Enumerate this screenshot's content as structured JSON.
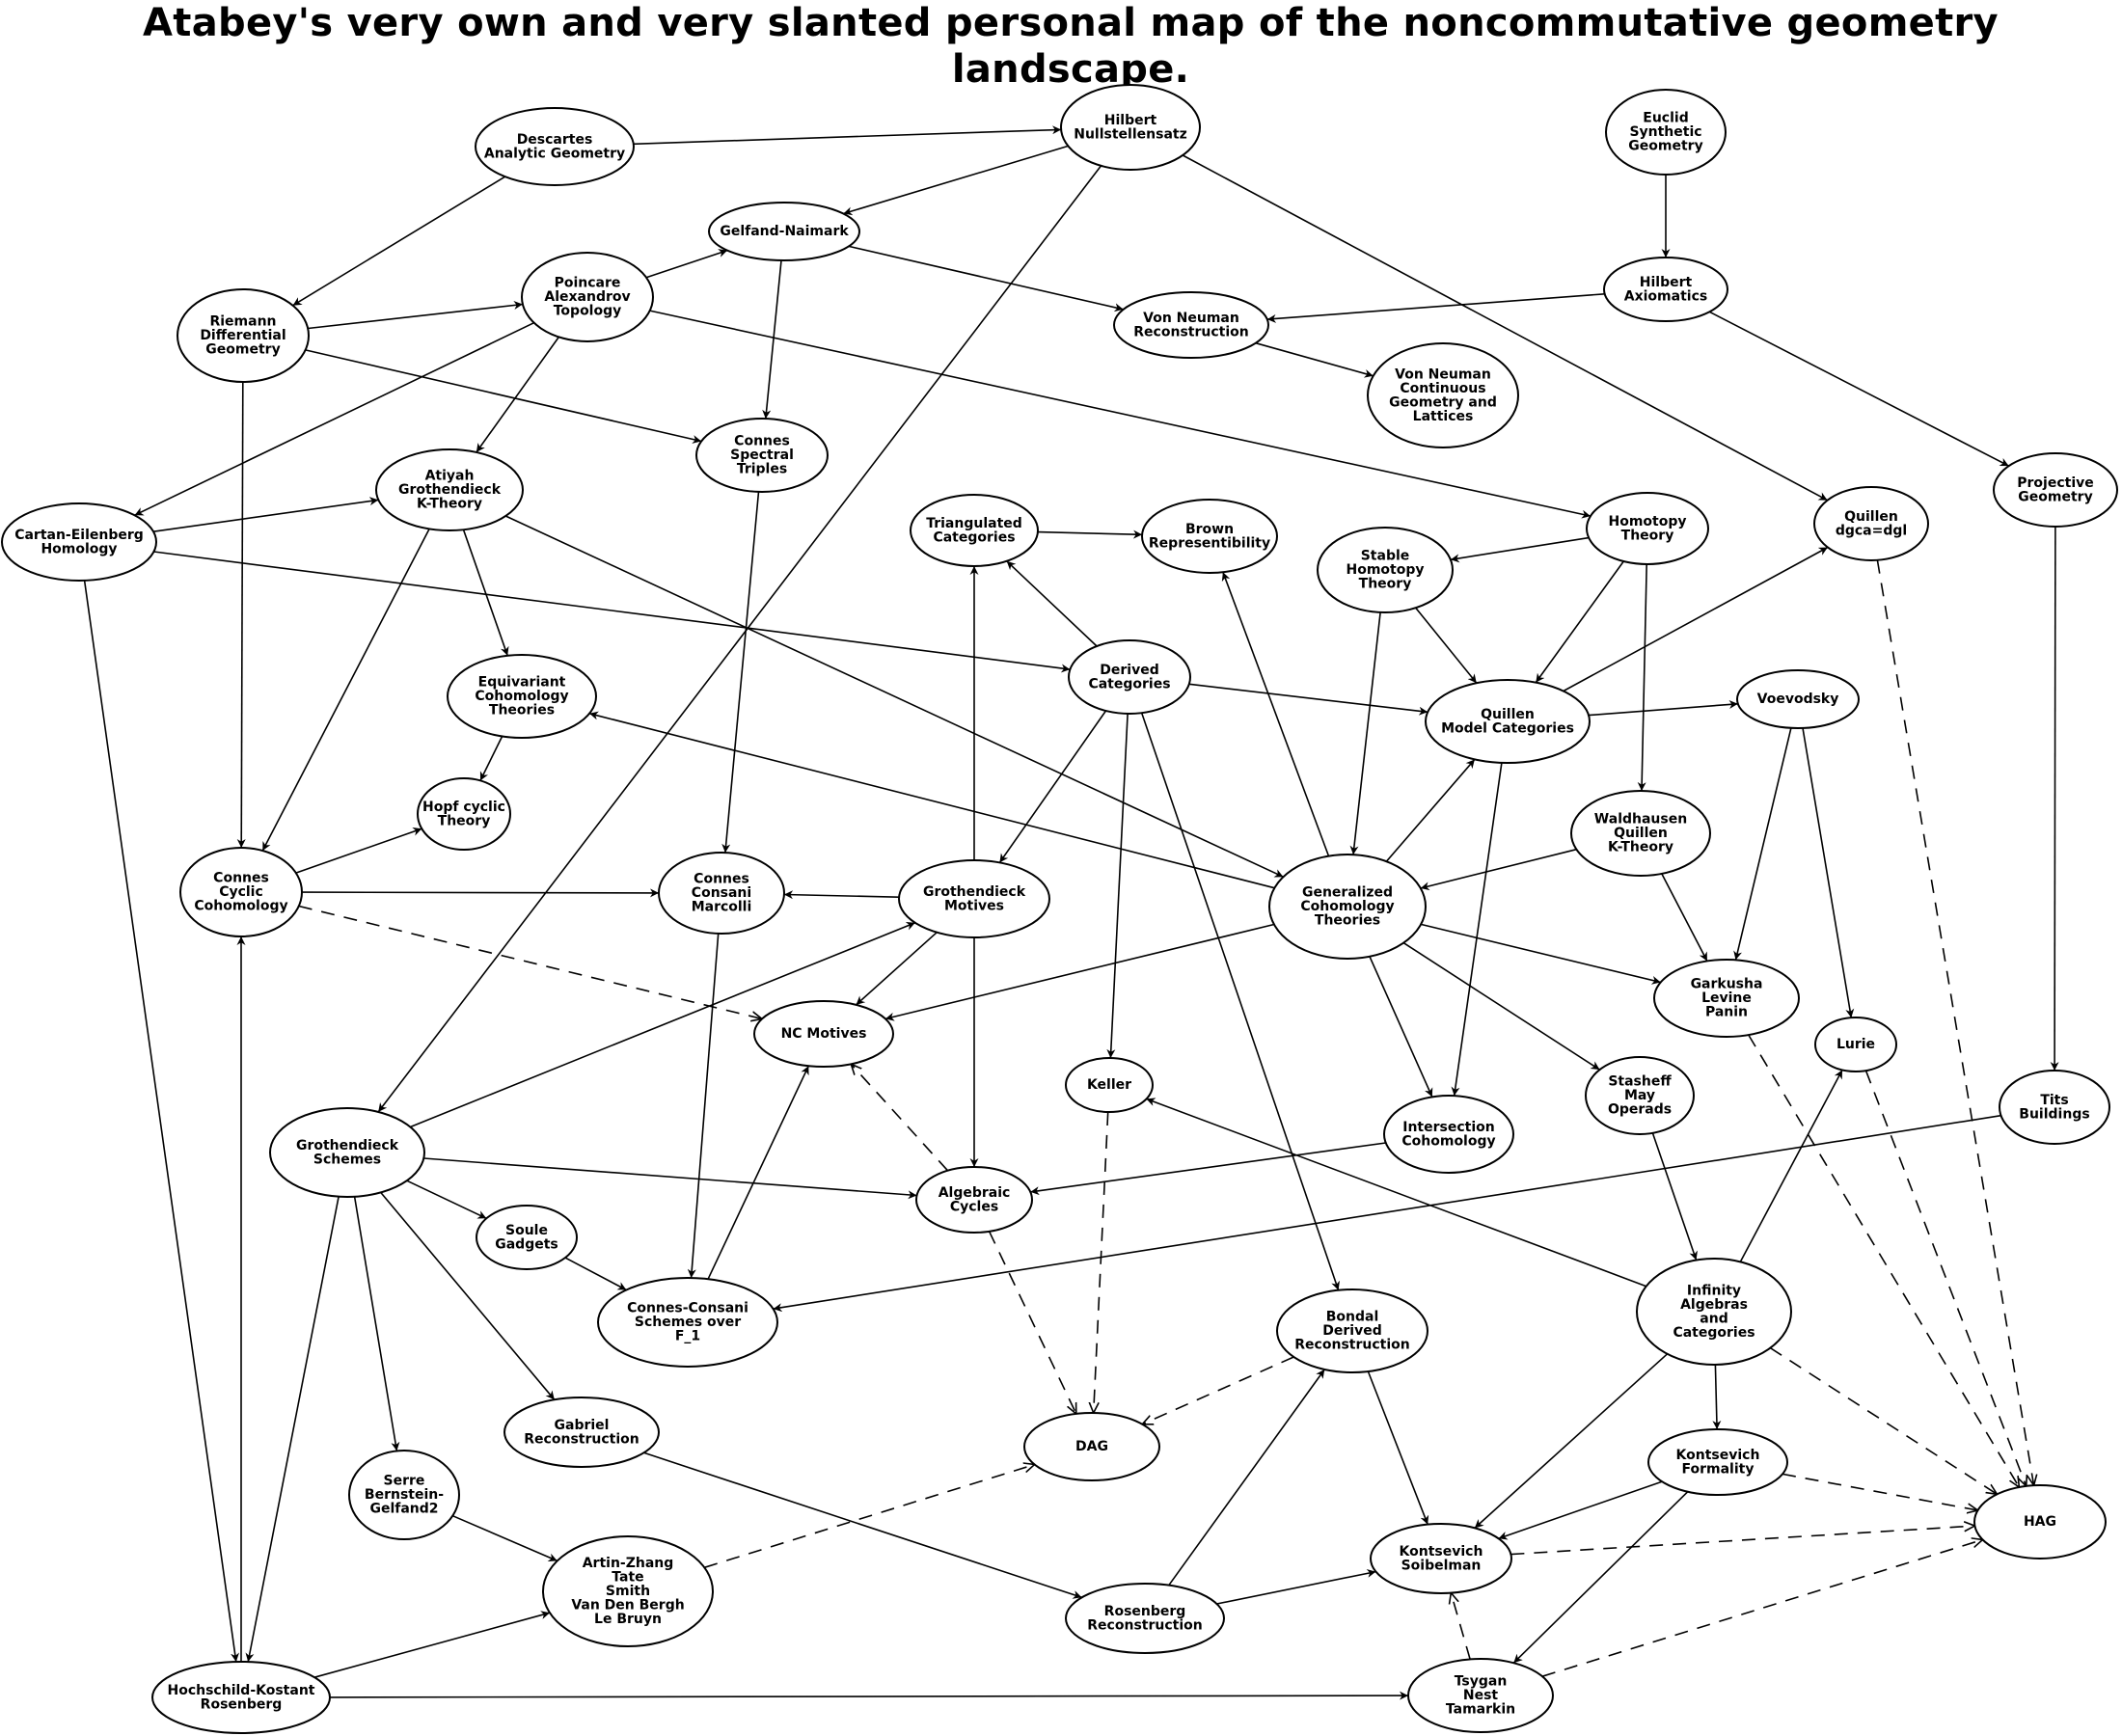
{
  "title": "Atabey's very own and very slanted personal map of the noncommutative geometry landscape.",
  "nodes": [
    {
      "id": "descartes",
      "lines": [
        "Descartes",
        "Analytic Geometry"
      ]
    },
    {
      "id": "hilbert_null",
      "lines": [
        "Hilbert",
        "Nullstellensatz"
      ]
    },
    {
      "id": "euclid",
      "lines": [
        "Euclid",
        "Synthetic",
        "Geometry"
      ]
    },
    {
      "id": "gelfand",
      "lines": [
        "Gelfand-Naimark"
      ]
    },
    {
      "id": "riemann",
      "lines": [
        "Riemann",
        "Differential",
        "Geometry"
      ]
    },
    {
      "id": "poincare",
      "lines": [
        "Poincare",
        "Alexandrov",
        "Topology"
      ]
    },
    {
      "id": "vn_recon",
      "lines": [
        "Von Neuman",
        "Reconstruction"
      ]
    },
    {
      "id": "hilbert_ax",
      "lines": [
        "Hilbert",
        "Axiomatics"
      ]
    },
    {
      "id": "vn_cont",
      "lines": [
        "Von Neuman",
        "Continuous",
        "Geometry and",
        "Lattices"
      ]
    },
    {
      "id": "connes_st",
      "lines": [
        "Connes",
        "Spectral",
        "Triples"
      ]
    },
    {
      "id": "projective",
      "lines": [
        "Projective",
        "Geometry"
      ]
    },
    {
      "id": "cartan",
      "lines": [
        "Cartan-Eilenberg",
        "Homology"
      ]
    },
    {
      "id": "atiyah",
      "lines": [
        "Atiyah",
        "Grothendieck",
        "K-Theory"
      ]
    },
    {
      "id": "triangulated",
      "lines": [
        "Triangulated",
        "Categories"
      ]
    },
    {
      "id": "brown",
      "lines": [
        "Brown",
        "Representibility"
      ]
    },
    {
      "id": "homotopy",
      "lines": [
        "Homotopy",
        "Theory"
      ]
    },
    {
      "id": "quillen_dgca",
      "lines": [
        "Quillen",
        "dgca=dgl"
      ]
    },
    {
      "id": "stable",
      "lines": [
        "Stable",
        "Homotopy",
        "Theory"
      ]
    },
    {
      "id": "equivariant",
      "lines": [
        "Equivariant",
        "Cohomology",
        "Theories"
      ]
    },
    {
      "id": "derived",
      "lines": [
        "Derived",
        "Categories"
      ]
    },
    {
      "id": "quillen_model",
      "lines": [
        "Quillen",
        "Model Categories"
      ]
    },
    {
      "id": "voevodsky",
      "lines": [
        "Voevodsky"
      ]
    },
    {
      "id": "hopf",
      "lines": [
        "Hopf cyclic",
        "Theory"
      ]
    },
    {
      "id": "waldhausen",
      "lines": [
        "Waldhausen",
        "Quillen",
        "K-Theory"
      ]
    },
    {
      "id": "connes_cc",
      "lines": [
        "Connes",
        "Cyclic",
        "Cohomology"
      ]
    },
    {
      "id": "ccm",
      "lines": [
        "Connes",
        "Consani",
        "Marcolli"
      ]
    },
    {
      "id": "gmotives",
      "lines": [
        "Grothendieck",
        "Motives"
      ]
    },
    {
      "id": "gct",
      "lines": [
        "Generalized",
        "Cohomology",
        "Theories"
      ]
    },
    {
      "id": "garkusha",
      "lines": [
        "Garkusha",
        "Levine",
        "Panin"
      ]
    },
    {
      "id": "nc_motives",
      "lines": [
        "NC Motives"
      ]
    },
    {
      "id": "lurie",
      "lines": [
        "Lurie"
      ]
    },
    {
      "id": "keller",
      "lines": [
        "Keller"
      ]
    },
    {
      "id": "stasheff",
      "lines": [
        "Stasheff",
        "May",
        "Operads"
      ]
    },
    {
      "id": "tits",
      "lines": [
        "Tits",
        "Buildings"
      ]
    },
    {
      "id": "gschemes",
      "lines": [
        "Grothendieck",
        "Schemes"
      ]
    },
    {
      "id": "intersection",
      "lines": [
        "Intersection",
        "Cohomology"
      ]
    },
    {
      "id": "algcycles",
      "lines": [
        "Algebraic",
        "Cycles"
      ]
    },
    {
      "id": "soule",
      "lines": [
        "Soule",
        "Gadgets"
      ]
    },
    {
      "id": "infinity",
      "lines": [
        "Infinity",
        "Algebras",
        "and",
        "Categories"
      ]
    },
    {
      "id": "ccf1",
      "lines": [
        "Connes-Consani",
        "Schemes over",
        "F_1"
      ]
    },
    {
      "id": "bondal",
      "lines": [
        "Bondal",
        "Derived",
        "Reconstruction"
      ]
    },
    {
      "id": "gabriel",
      "lines": [
        "Gabriel",
        "Reconstruction"
      ]
    },
    {
      "id": "dag",
      "lines": [
        "DAG"
      ]
    },
    {
      "id": "kontsevich_f",
      "lines": [
        "Kontsevich",
        "Formality"
      ]
    },
    {
      "id": "serre",
      "lines": [
        "Serre",
        "Bernstein-",
        "Gelfand2"
      ]
    },
    {
      "id": "hag",
      "lines": [
        "HAG"
      ]
    },
    {
      "id": "kontsevich_s",
      "lines": [
        "Kontsevich",
        "Soibelman"
      ]
    },
    {
      "id": "artin",
      "lines": [
        "Artin-Zhang",
        "Tate",
        "Smith",
        "Van Den Bergh",
        "Le Bruyn"
      ]
    },
    {
      "id": "rosenberg_r",
      "lines": [
        "Rosenberg",
        "Reconstruction"
      ]
    },
    {
      "id": "hkr",
      "lines": [
        "Hochschild-Kostant",
        "Rosenberg"
      ]
    },
    {
      "id": "tnt",
      "lines": [
        "Tsygan",
        "Nest",
        "Tamarkin"
      ]
    }
  ],
  "edges": [
    [
      "descartes",
      "hilbert_null",
      "solid"
    ],
    [
      "descartes",
      "riemann",
      "solid"
    ],
    [
      "hilbert_null",
      "gelfand",
      "solid"
    ],
    [
      "hilbert_null",
      "gschemes",
      "solid"
    ],
    [
      "hilbert_null",
      "quillen_dgca",
      "solid"
    ],
    [
      "euclid",
      "hilbert_ax",
      "solid"
    ],
    [
      "hilbert_ax",
      "vn_recon",
      "solid"
    ],
    [
      "hilbert_ax",
      "projective",
      "solid"
    ],
    [
      "gelfand",
      "vn_recon",
      "solid"
    ],
    [
      "gelfand",
      "connes_st",
      "solid"
    ],
    [
      "vn_recon",
      "vn_cont",
      "solid"
    ],
    [
      "riemann",
      "poincare",
      "solid"
    ],
    [
      "riemann",
      "connes_st",
      "solid"
    ],
    [
      "riemann",
      "connes_cc",
      "solid"
    ],
    [
      "poincare",
      "gelfand",
      "solid"
    ],
    [
      "poincare",
      "cartan",
      "solid"
    ],
    [
      "poincare",
      "atiyah",
      "solid"
    ],
    [
      "poincare",
      "homotopy",
      "solid"
    ],
    [
      "cartan",
      "atiyah",
      "solid"
    ],
    [
      "cartan",
      "derived",
      "solid"
    ],
    [
      "cartan",
      "hkr",
      "solid"
    ],
    [
      "atiyah",
      "equivariant",
      "solid"
    ],
    [
      "atiyah",
      "connes_cc",
      "solid"
    ],
    [
      "atiyah",
      "gct",
      "solid"
    ],
    [
      "connes_st",
      "ccm",
      "solid"
    ],
    [
      "equivariant",
      "hopf",
      "solid"
    ],
    [
      "connes_cc",
      "hopf",
      "solid"
    ],
    [
      "connes_cc",
      "ccm",
      "solid"
    ],
    [
      "connes_cc",
      "nc_motives",
      "dashed"
    ],
    [
      "triangulated",
      "brown",
      "solid"
    ],
    [
      "derived",
      "triangulated",
      "solid"
    ],
    [
      "derived",
      "quillen_model",
      "solid"
    ],
    [
      "derived",
      "gmotives",
      "solid"
    ],
    [
      "derived",
      "keller",
      "solid"
    ],
    [
      "derived",
      "bondal",
      "solid"
    ],
    [
      "homotopy",
      "stable",
      "solid"
    ],
    [
      "homotopy",
      "quillen_model",
      "solid"
    ],
    [
      "homotopy",
      "waldhausen",
      "solid"
    ],
    [
      "stable",
      "quillen_model",
      "solid"
    ],
    [
      "stable",
      "gct",
      "solid"
    ],
    [
      "quillen_model",
      "quillen_dgca",
      "solid"
    ],
    [
      "quillen_model",
      "voevodsky",
      "solid"
    ],
    [
      "quillen_model",
      "intersection",
      "solid"
    ],
    [
      "quillen_dgca",
      "hag",
      "dashed"
    ],
    [
      "projective",
      "tits",
      "solid"
    ],
    [
      "voevodsky",
      "garkusha",
      "solid"
    ],
    [
      "voevodsky",
      "lurie",
      "solid"
    ],
    [
      "waldhausen",
      "gct",
      "solid"
    ],
    [
      "waldhausen",
      "garkusha",
      "solid"
    ],
    [
      "gct",
      "brown",
      "solid"
    ],
    [
      "gct",
      "quillen_model",
      "solid"
    ],
    [
      "gct",
      "equivariant",
      "solid"
    ],
    [
      "gct",
      "nc_motives",
      "solid"
    ],
    [
      "gct",
      "garkusha",
      "solid"
    ],
    [
      "gct",
      "intersection",
      "solid"
    ],
    [
      "gct",
      "stasheff",
      "solid"
    ],
    [
      "gmotives",
      "triangulated",
      "solid"
    ],
    [
      "gmotives",
      "ccm",
      "solid"
    ],
    [
      "gmotives",
      "nc_motives",
      "solid"
    ],
    [
      "gmotives",
      "algcycles",
      "solid"
    ],
    [
      "garkusha",
      "hag",
      "dashed"
    ],
    [
      "lurie",
      "hag",
      "dashed"
    ],
    [
      "ccm",
      "ccf1",
      "solid"
    ],
    [
      "keller",
      "dag",
      "dashed"
    ],
    [
      "stasheff",
      "infinity",
      "solid"
    ],
    [
      "tits",
      "ccf1",
      "solid"
    ],
    [
      "gschemes",
      "gmotives",
      "solid"
    ],
    [
      "gschemes",
      "algcycles",
      "solid"
    ],
    [
      "gschemes",
      "soule",
      "solid"
    ],
    [
      "gschemes",
      "gabriel",
      "solid"
    ],
    [
      "gschemes",
      "serre",
      "solid"
    ],
    [
      "gschemes",
      "hkr",
      "solid"
    ],
    [
      "intersection",
      "algcycles",
      "solid"
    ],
    [
      "algcycles",
      "nc_motives",
      "dashed"
    ],
    [
      "algcycles",
      "dag",
      "dashed"
    ],
    [
      "soule",
      "ccf1",
      "solid"
    ],
    [
      "ccf1",
      "nc_motives",
      "solid"
    ],
    [
      "infinity",
      "keller",
      "solid"
    ],
    [
      "infinity",
      "lurie",
      "solid"
    ],
    [
      "infinity",
      "kontsevich_f",
      "solid"
    ],
    [
      "infinity",
      "kontsevich_s",
      "solid"
    ],
    [
      "infinity",
      "hag",
      "dashed"
    ],
    [
      "bondal",
      "dag",
      "dashed"
    ],
    [
      "bondal",
      "kontsevich_s",
      "solid"
    ],
    [
      "gabriel",
      "rosenberg_r",
      "solid"
    ],
    [
      "kontsevich_f",
      "kontsevich_s",
      "solid"
    ],
    [
      "kontsevich_f",
      "tnt",
      "solid"
    ],
    [
      "kontsevich_f",
      "hag",
      "dashed"
    ],
    [
      "serre",
      "artin",
      "solid"
    ],
    [
      "kontsevich_s",
      "hag",
      "dashed"
    ],
    [
      "artin",
      "dag",
      "dashed"
    ],
    [
      "rosenberg_r",
      "bondal",
      "solid"
    ],
    [
      "rosenberg_r",
      "kontsevich_s",
      "solid"
    ],
    [
      "hkr",
      "connes_cc",
      "solid"
    ],
    [
      "hkr",
      "artin",
      "solid"
    ],
    [
      "hkr",
      "tnt",
      "solid"
    ],
    [
      "tnt",
      "kontsevich_s",
      "dashed"
    ],
    [
      "tnt",
      "hag",
      "dashed"
    ]
  ]
}
